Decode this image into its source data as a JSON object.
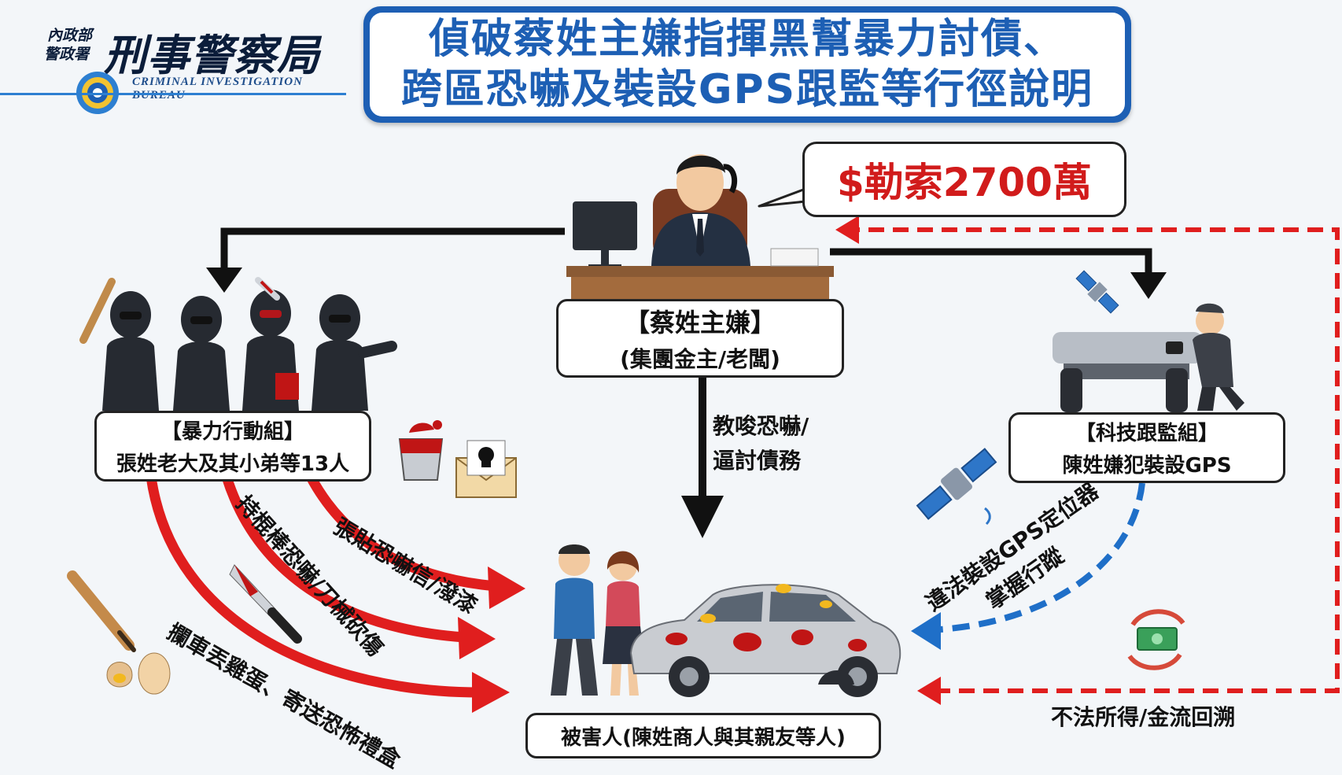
{
  "logo": {
    "line1": "內政部",
    "line2": "警政署",
    "main": "刑事警察局",
    "english": "CRIMINAL INVESTIGATION BUREAU"
  },
  "title": {
    "line1": "偵破蔡姓主嫌指揮黑幫暴力討債、",
    "line2": "跨區恐嚇及裝設GPS跟監等行徑說明"
  },
  "ransom": "$勒索2700萬",
  "boss": {
    "name": "【蔡姓主嫌】",
    "role": "(集團金主/老闆)"
  },
  "violence_group": {
    "name": "【暴力行動組】",
    "members": "張姓老大及其小弟等13人"
  },
  "tech_group": {
    "name": "【科技跟監組】",
    "members": "陳姓嫌犯裝設GPS"
  },
  "victim": "被害人(陳姓商人與其親友等人)",
  "edges": {
    "instigate_line1": "教唆恐嚇/",
    "instigate_line2": "逼討債務",
    "post_letters": "張貼恐嚇信/潑漆",
    "stick_knife": "持棍棒恐嚇/刀械砍傷",
    "eggs_box": "攔車丟雞蛋、寄送恐怖禮盒",
    "gps_line1": "違法裝設GPS定位器",
    "gps_line2": "掌握行蹤",
    "money_trace": "不法所得/金流回溯"
  },
  "colors": {
    "title_blue": "#1d5fb4",
    "arrow_red": "#e01e1e",
    "dashed_red": "#e01e1e",
    "dashed_blue": "#1f6fc8",
    "ransom_red": "#d11b1b"
  }
}
